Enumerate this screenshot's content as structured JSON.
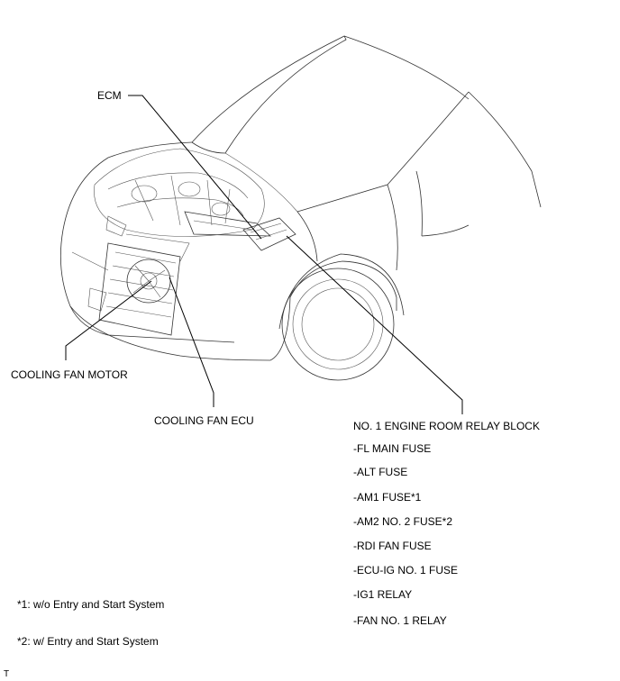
{
  "labels": {
    "ecm": "ECM",
    "cooling_fan_motor": "COOLING FAN MOTOR",
    "cooling_fan_ecu": "COOLING FAN ECU",
    "relay_block": "NO. 1 ENGINE ROOM RELAY BLOCK"
  },
  "relay_block_items": [
    "-FL MAIN FUSE",
    "-ALT FUSE",
    "-AM1 FUSE*1",
    "-AM2 NO. 2 FUSE*2",
    "-RDI FAN FUSE",
    "-ECU-IG NO. 1 FUSE",
    "-IG1 RELAY",
    "-FAN NO. 1 RELAY"
  ],
  "footnotes": [
    "*1: w/o Entry and Start System",
    "*2: w/ Entry and Start System"
  ],
  "corner_mark": "T"
}
